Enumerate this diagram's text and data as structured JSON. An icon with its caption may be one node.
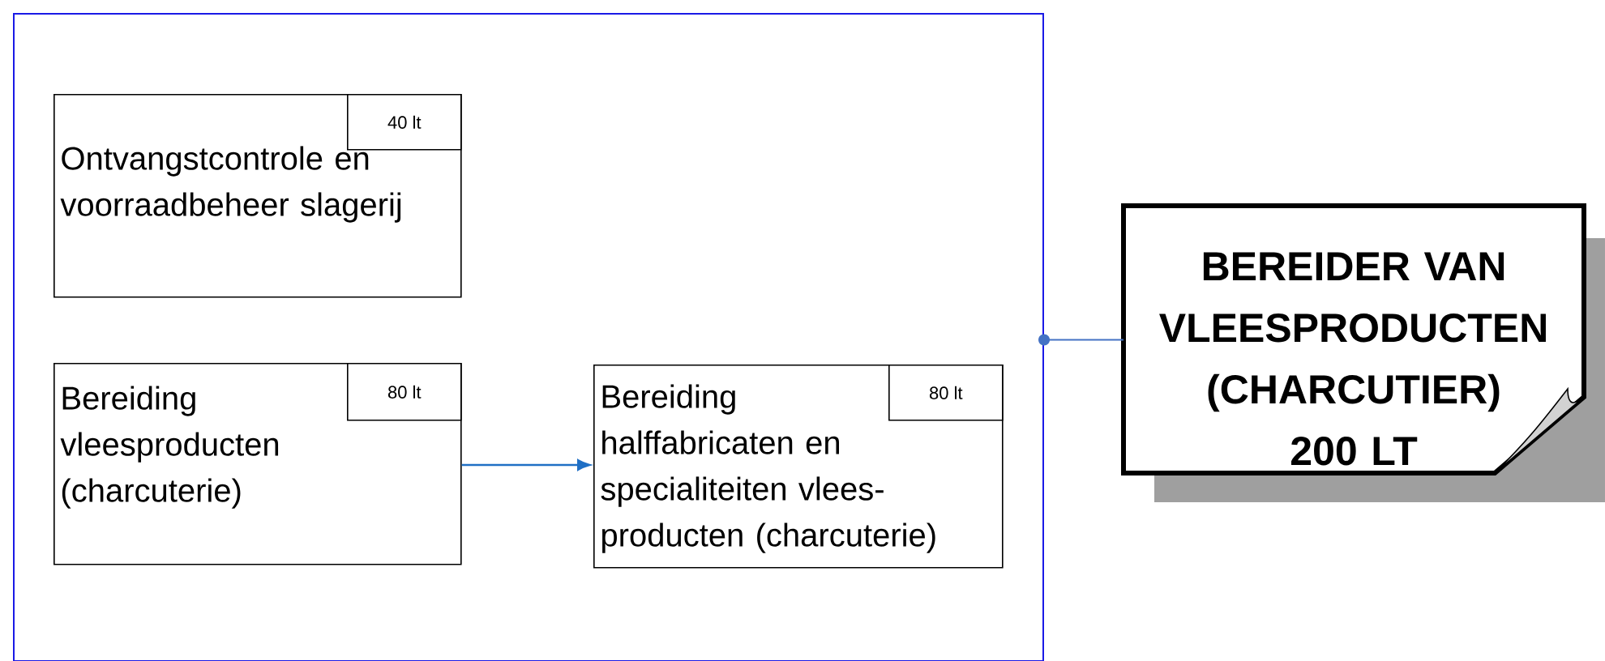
{
  "diagram": {
    "nodes": [
      {
        "text": [],
        "shape": "box"
      },
      {
        "text": [
          "Ontvangstcontrole en voorraadbeheer slagerij"
        ],
        "in": 0
      },
      {
        "text": [
          "40 lt"
        ],
        "in": 1
      },
      {
        "text": [
          "Bereiding vleesproducten (charcuterie)"
        ],
        "in": 0
      },
      {
        "text": [
          "80 lt"
        ],
        "in": 3
      },
      {
        "text": [
          "Bereiding halffabricaten en specialiteiten vlees-producten (charcuterie)"
        ],
        "in": 0
      },
      {
        "text": [
          "80 lt"
        ],
        "in": 5
      },
      {
        "text": [
          "BEREIDER VAN VLEESPRODUCTEN (CHARCUTIER) 200 LT"
        ]
      }
    ],
    "edges": [
      {
        "from": 3,
        "to": 5,
        "arrow": "to",
        "color": "#1f6fc5"
      },
      {
        "from": 0,
        "to": 7,
        "arrow": "other",
        "color": "#4472c4"
      }
    ]
  }
}
